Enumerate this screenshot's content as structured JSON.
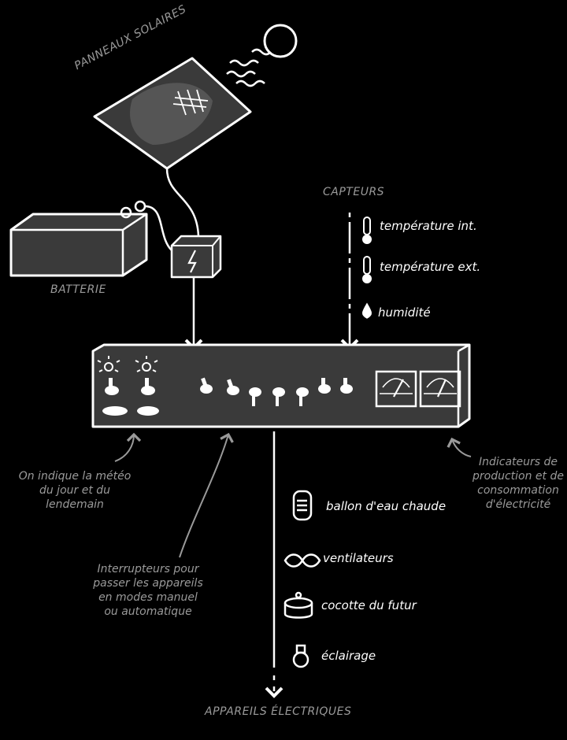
{
  "labels": {
    "solar_panels": "PANNEAUX SOLAIRES",
    "battery": "BATTERIE",
    "sensors": "CAPTEURS",
    "appliances": "APPAREILS ÉLECTRIQUES"
  },
  "sensors": [
    {
      "label": "température int.",
      "icon": "thermometer-icon"
    },
    {
      "label": "température ext.",
      "icon": "thermometer-icon"
    },
    {
      "label": "humidité",
      "icon": "droplet-icon"
    }
  ],
  "appliances": [
    {
      "label": "ballon d'eau chaude",
      "icon": "water-heater-icon"
    },
    {
      "label": "ventilateurs",
      "icon": "fan-icon"
    },
    {
      "label": "cocotte du futur",
      "icon": "pot-icon"
    },
    {
      "label": "éclairage",
      "icon": "lightbulb-icon"
    }
  ],
  "notes": {
    "weather": "On indique la météo du jour et du lendemain",
    "switches": "Interrupteurs pour passer les appareils en modes manuel ou automatique",
    "indicators": "Indicateurs de production et de consommation d'électricité"
  }
}
